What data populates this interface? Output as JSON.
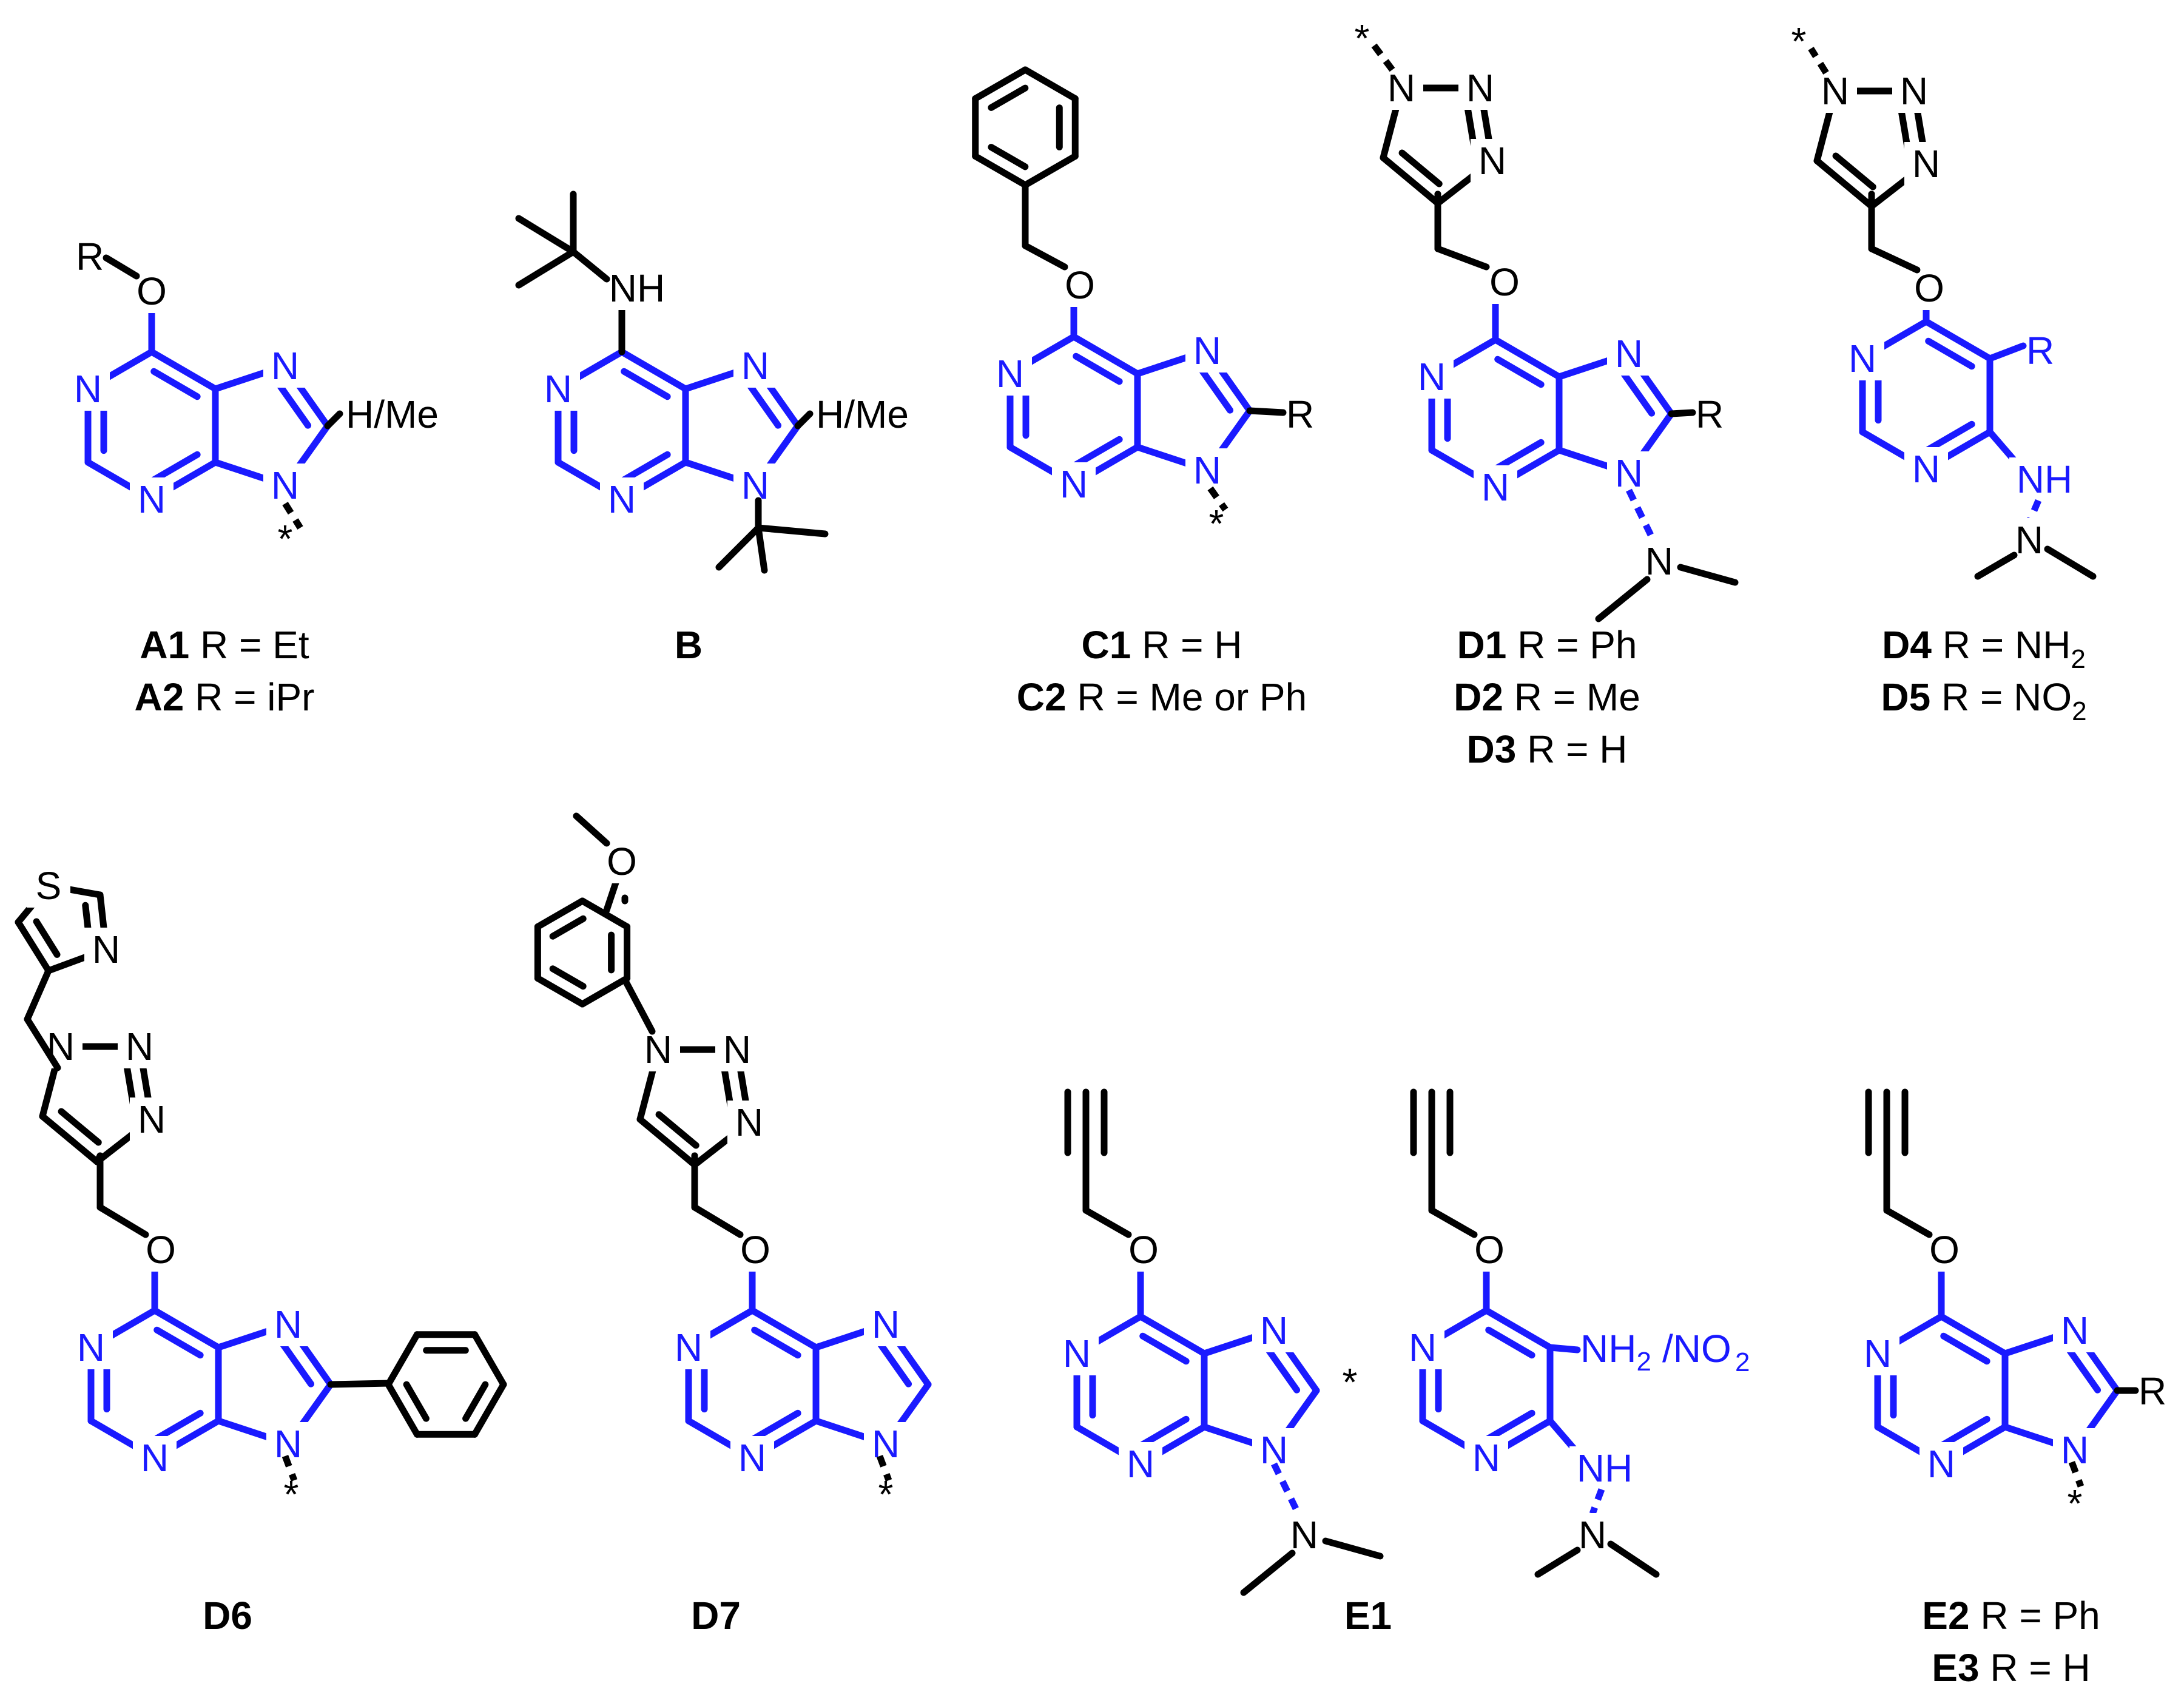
{
  "colors": {
    "core": "#1a1aff",
    "ink": "#000000",
    "background": "#ffffff"
  },
  "atoms": {
    "N": "N",
    "O": "O",
    "S": "S",
    "R": "R",
    "NH": "NH",
    "star": "*",
    "h_me": "H/Me",
    "nh2_no2": "NH2/NO2"
  },
  "captions": {
    "A": [
      {
        "id": "A1",
        "text": " R = Et"
      },
      {
        "id": "A2",
        "text": " R = iPr"
      }
    ],
    "B": [
      {
        "id": "B",
        "text": ""
      }
    ],
    "C": [
      {
        "id": "C1",
        "text": " R = H"
      },
      {
        "id": "C2",
        "text": " R = Me or Ph"
      }
    ],
    "D1_3": [
      {
        "id": "D1",
        "text": " R = Ph"
      },
      {
        "id": "D2",
        "text": " R = Me"
      },
      {
        "id": "D3",
        "text": " R = H"
      }
    ],
    "D4_5": [
      {
        "id": "D4",
        "text": " R = NH",
        "sub": "2"
      },
      {
        "id": "D5",
        "text": " R = NO",
        "sub": "2"
      }
    ],
    "D6": [
      {
        "id": "D6",
        "text": ""
      }
    ],
    "D7": [
      {
        "id": "D7",
        "text": ""
      }
    ],
    "E1": [
      {
        "id": "E1",
        "text": ""
      }
    ],
    "E2_3": [
      {
        "id": "E2",
        "text": " R = Ph"
      },
      {
        "id": "E3",
        "text": " R = H"
      }
    ]
  }
}
